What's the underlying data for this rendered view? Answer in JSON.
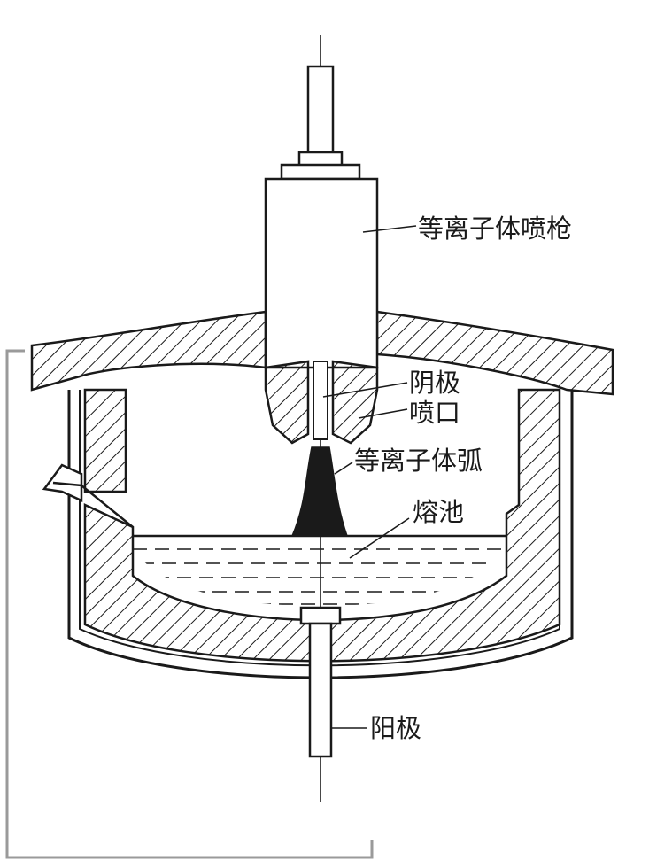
{
  "labels": {
    "torch": "等离子体喷枪",
    "cathode": "阴极",
    "nozzle": "喷口",
    "arc": "等离子体弧",
    "pool": "熔池",
    "anode": "阳极"
  },
  "colors": {
    "ink": "#1a1a1a",
    "background": "#ffffff",
    "frame": "#9a9a9a"
  }
}
